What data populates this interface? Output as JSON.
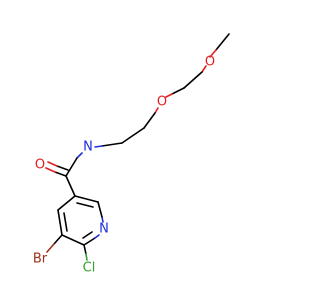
{
  "molecule": {
    "atoms": {
      "O_methoxy": {
        "label": "O",
        "color": "#e01f1f"
      },
      "O_ether": {
        "label": "O",
        "color": "#e01f1f"
      },
      "N_amide": {
        "label": "N",
        "color": "#1f2de0"
      },
      "O_carbonyl": {
        "label": "O",
        "color": "#e01f1f"
      },
      "N_ring": {
        "label": "N",
        "color": "#1f2de0"
      },
      "Br": {
        "label": "Br",
        "color": "#a0301a"
      },
      "Cl": {
        "label": "Cl",
        "color": "#2fa52f"
      }
    }
  }
}
